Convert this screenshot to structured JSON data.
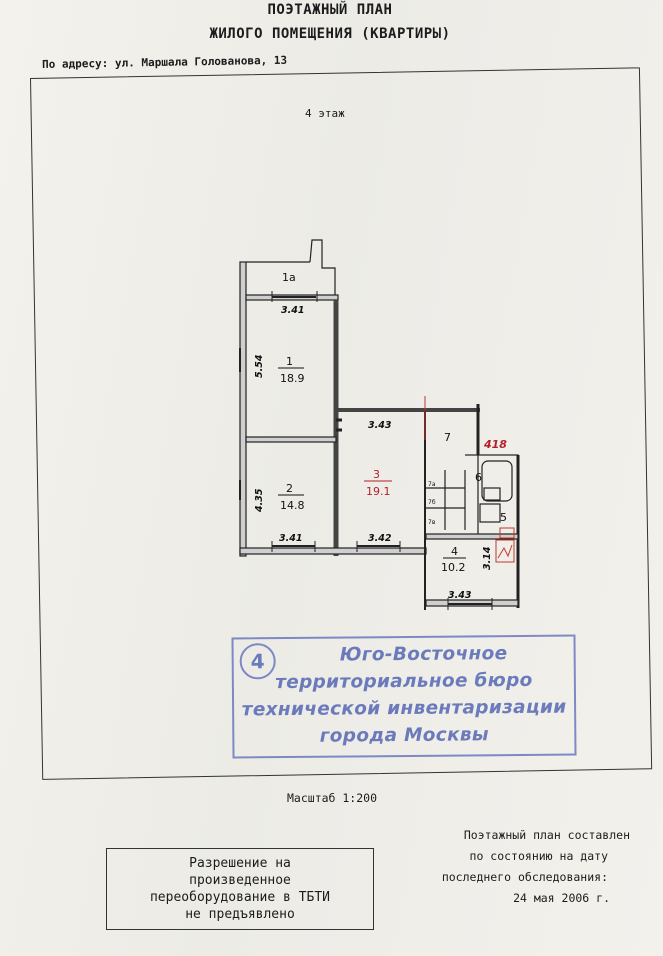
{
  "header": {
    "title_line1": "ПОЭТАЖНЫЙ ПЛАН",
    "title_line2": "ЖИЛОГО ПОМЕЩЕНИЯ (КВАРТИРЫ)",
    "address": "По адресу: ул. Маршала Голованова, 13"
  },
  "plan": {
    "floor": "4 этаж",
    "rooms": [
      {
        "id": "1a",
        "label": "1а",
        "area": ""
      },
      {
        "id": "1",
        "label": "1",
        "area": "18.9"
      },
      {
        "id": "2",
        "label": "2",
        "area": "14.8"
      },
      {
        "id": "3",
        "label": "3",
        "area": "19.1"
      },
      {
        "id": "4",
        "label": "4",
        "area": "10.2"
      },
      {
        "id": "5",
        "label": "5",
        "area": ""
      },
      {
        "id": "6",
        "label": "6",
        "area": ""
      },
      {
        "id": "7",
        "label": "7",
        "area": ""
      }
    ],
    "closets": [
      "7а",
      "7б",
      "7в"
    ],
    "apartment_number": "418",
    "dimensions": {
      "d1": "3.41",
      "d2": "5.54",
      "d3": "4.35",
      "d4": "3.41",
      "d5": "3.43",
      "d6": "3.42",
      "d7": "3.14",
      "d8": "3.43"
    }
  },
  "stamp": {
    "number": "4",
    "line1": "Юго-Восточное",
    "line2": "территориальное бюро",
    "line3": "технической инвентаризации",
    "line4": "города Москвы"
  },
  "footer": {
    "scale": "Масштаб 1:200",
    "permission_line1": "Разрешение на",
    "permission_line2": "произведенное",
    "permission_line3": "переоборудование в ТБТИ",
    "permission_line4": "не предъявлено",
    "compiled_line1": "Поэтажный план составлен",
    "compiled_line2": "по состоянию на дату",
    "compiled_line3": "последнего обследования:",
    "compiled_line4": "24 мая 2006 г."
  },
  "colors": {
    "ink": "#1c1c1c",
    "stamp": "#5567b4",
    "red_marks": "#c0392b"
  }
}
